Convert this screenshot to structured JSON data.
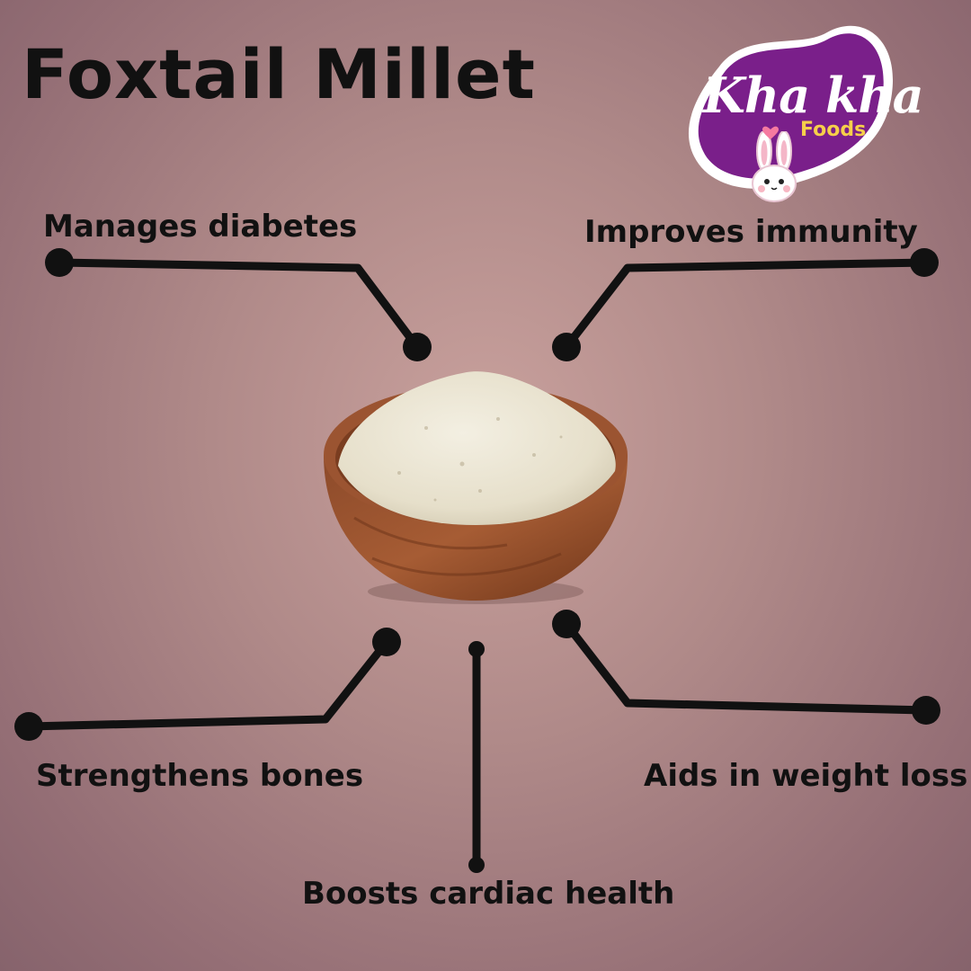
{
  "title": "Foxtail Millet",
  "logo": {
    "brand": "Kha kha",
    "sub": "Foods",
    "icon": "bunny-icon",
    "colors": {
      "blob": "#7a1f8a",
      "outline": "#ffffff",
      "foods_text": "#f6cf4a"
    }
  },
  "benefits": {
    "diabetes": "Manages diabetes",
    "immunity": "Improves immunity",
    "bones": "Strengthens bones",
    "cardiac": "Boosts cardiac health",
    "weight": "Aids in weight loss"
  },
  "colors": {
    "background": "#b08a89",
    "text": "#111111",
    "connector": "#111111"
  }
}
